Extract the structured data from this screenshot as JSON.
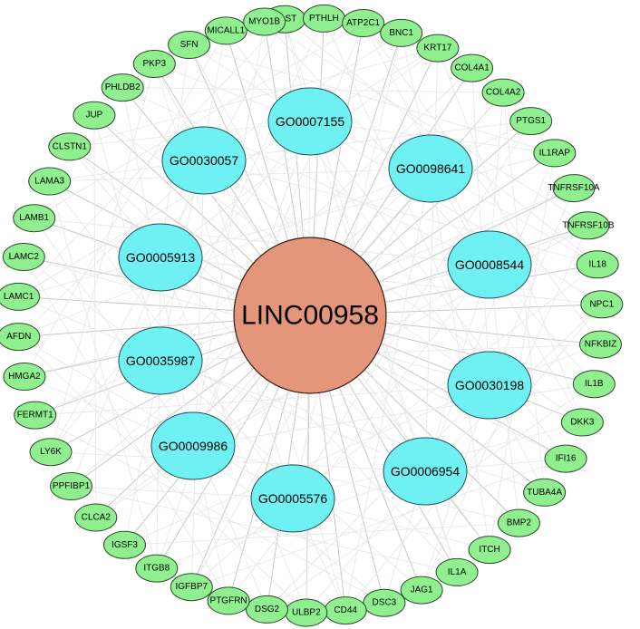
{
  "hub": {
    "label": "LINC00958"
  },
  "go_terms": [
    "GO0007155",
    "GO0098641",
    "GO0008544",
    "GO0030198",
    "GO0006954",
    "GO0005576",
    "GO0009986",
    "GO0035987",
    "GO0005913",
    "GO0030057"
  ],
  "genes": [
    "CAST",
    "PTHLH",
    "ATP2C1",
    "BNC1",
    "KRT17",
    "COL4A1",
    "COL4A2",
    "PTGS1",
    "IL1RAP",
    "TNFRSF10A",
    "TNFRSF10B",
    "IL18",
    "NPC1",
    "NFKBIZ",
    "IL1B",
    "DKK3",
    "IFI16",
    "TUBA4A",
    "BMP2",
    "ITCH",
    "IL1A",
    "JAG1",
    "DSC3",
    "CD44",
    "ULBP2",
    "DSG2",
    "PTGFRN",
    "IGFBP7",
    "ITGB8",
    "IGSF3",
    "CLCA2",
    "PPFIBP1",
    "LY6K",
    "FERMT1",
    "HMGA2",
    "AFDN",
    "LAMC1",
    "LAMC2",
    "LAMB1",
    "LAMA3",
    "CLSTN1",
    "JUP",
    "PHLDB2",
    "PKP3",
    "SFN",
    "MICALL1",
    "MYO1B"
  ],
  "colors": {
    "hub_fill": "#e39679",
    "go_fill": "#6ff0f3",
    "gene_fill": "#90f090",
    "edge": "#c8c8c8"
  }
}
